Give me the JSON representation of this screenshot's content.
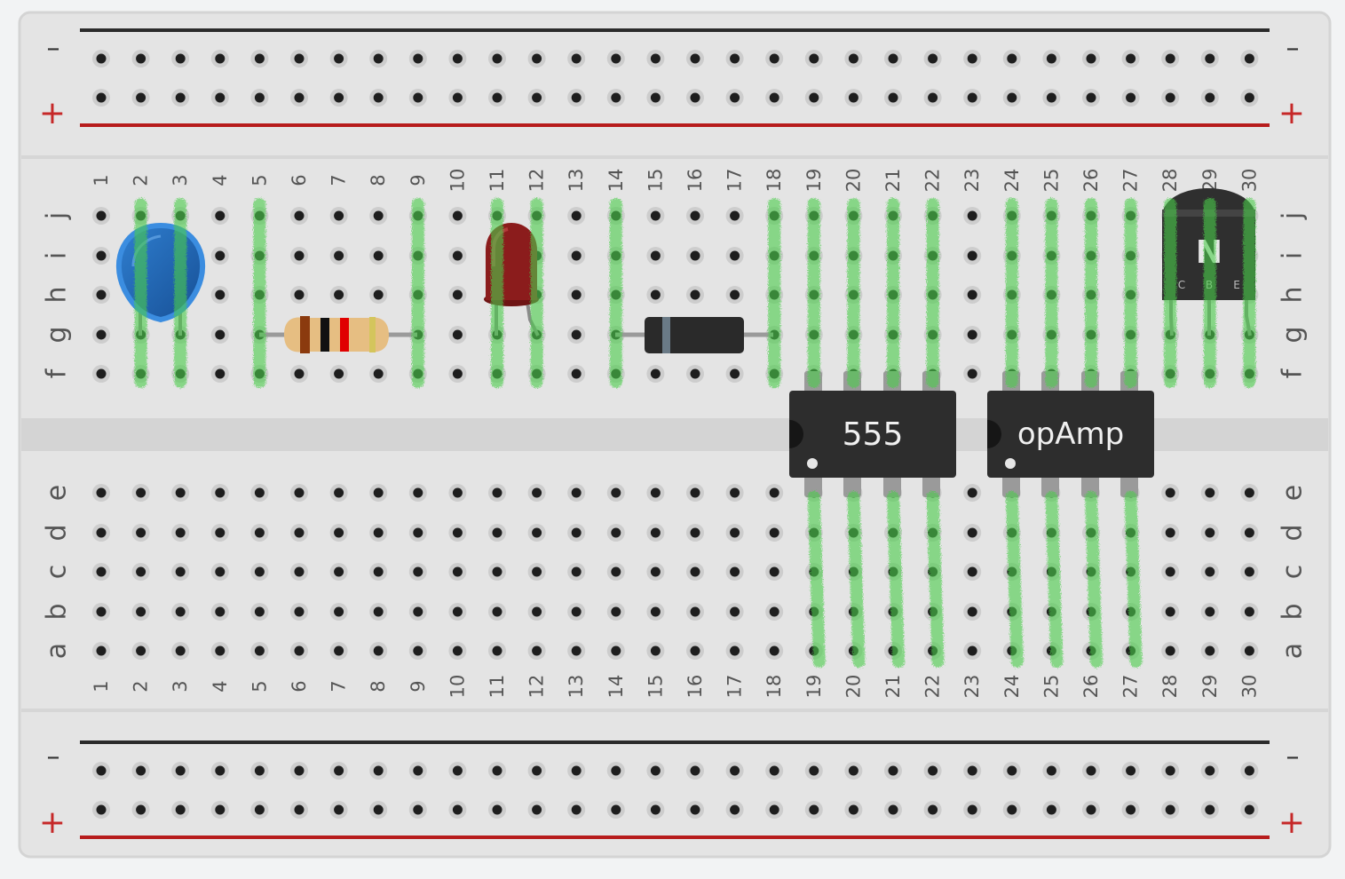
{
  "board": {
    "columns": [
      "1",
      "2",
      "3",
      "4",
      "5",
      "6",
      "7",
      "8",
      "9",
      "10",
      "11",
      "12",
      "13",
      "14",
      "15",
      "16",
      "17",
      "18",
      "19",
      "20",
      "21",
      "22",
      "23",
      "24",
      "25",
      "26",
      "27",
      "28",
      "29",
      "30"
    ],
    "top_rows": [
      "j",
      "i",
      "h",
      "g",
      "f"
    ],
    "bottom_rows": [
      "e",
      "d",
      "c",
      "b",
      "a"
    ],
    "rail_minus_label": "–",
    "rail_plus_label": "+"
  },
  "colors": {
    "board": "#e4e4e4",
    "board_border": "#d2d2d2",
    "rail_negative": "#2b2b2b",
    "rail_positive": "#b71c1c",
    "highlight": "#4ccd4c"
  },
  "components": {
    "capacitor": {
      "icon": "ceramic-capacitor",
      "color": "#1f66b3",
      "columns": [
        2,
        3
      ]
    },
    "resistor": {
      "icon": "resistor",
      "color": "#e6be82",
      "bands": [
        "#8b3a0e",
        "#111111",
        "#e00000",
        "#d4c55c"
      ],
      "columns": [
        5,
        9
      ]
    },
    "led": {
      "icon": "led",
      "color": "#8b1c1c",
      "columns": [
        11,
        12
      ]
    },
    "diode": {
      "icon": "diode",
      "color": "#2a2a2a",
      "columns": [
        14,
        18
      ]
    },
    "timer_ic": {
      "label": "555",
      "icon": "dip-chip"
    },
    "opamp_ic": {
      "label": "opAmp",
      "icon": "dip-chip"
    },
    "transistor": {
      "label": "N",
      "pins": [
        "C",
        "B",
        "E"
      ],
      "icon": "npn-transistor"
    }
  }
}
